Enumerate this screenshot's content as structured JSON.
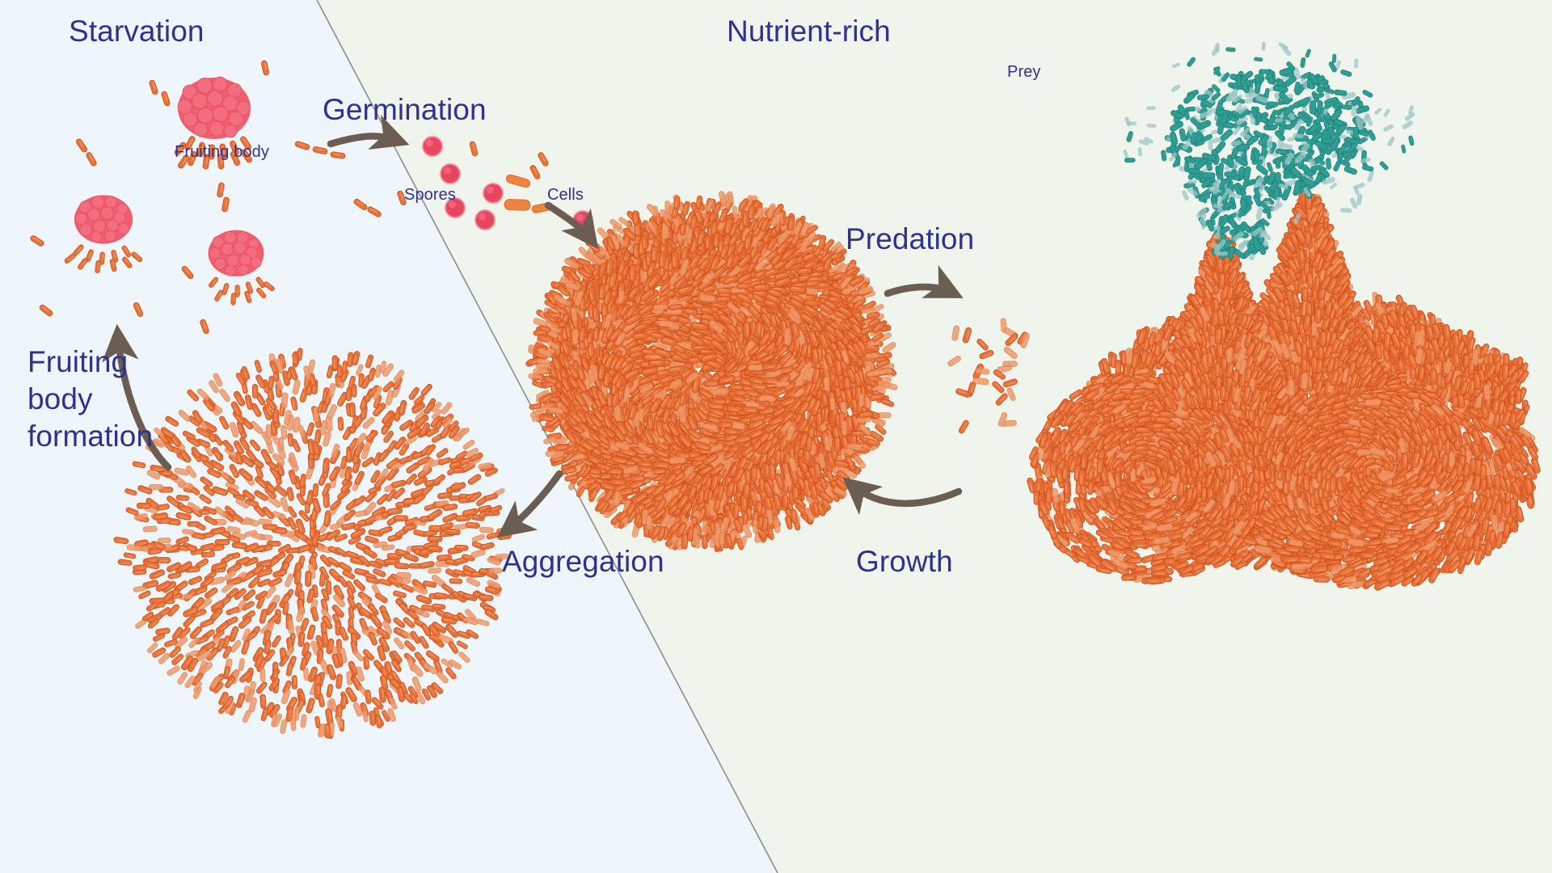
{
  "figure": {
    "subject": "Myxococcus xanthus life cycle",
    "zones": [
      {
        "id": "starvation",
        "title": "Starvation",
        "bg_color": "#eff6fb"
      },
      {
        "id": "nutrient_rich",
        "title": "Nutrient-rich",
        "bg_color": "#eff5ed"
      }
    ],
    "colors": {
      "label_text": "#2e3192",
      "arrow": "#6b5d52",
      "divider": "#8a8a8a",
      "vegetative_cell": "#e8743b",
      "cell_outline": "#d9542a",
      "spore": "#e8455f",
      "spore_light": "#f06a7c",
      "prey_cell": "#2e9e94",
      "prey_light": "#8dc2c2"
    }
  },
  "labels": {
    "zone_starvation": "Starvation",
    "zone_nutrient_rich": "Nutrient-rich",
    "germination": "Germination",
    "predation": "Predation",
    "aggregation": "Aggregation",
    "growth": "Growth",
    "fruiting_body_formation": "Fruiting\nbody\nformation",
    "fruiting_body": "Fruiting body",
    "spores": "Spores",
    "cells": "Cells",
    "prey": "Prey"
  },
  "stages": [
    {
      "id": "fruiting-bodies",
      "label": "Fruiting body",
      "zone": "starvation",
      "description": "spore-filled fruiting bodies on stalks",
      "count": 3
    },
    {
      "id": "spores-and-cells",
      "label": "Spores",
      "zone": "nutrient_rich",
      "description": "germinating spores releasing rod cells"
    },
    {
      "id": "swarm-colony",
      "label": "Growth",
      "zone": "nutrient_rich",
      "description": "dense circular swarm of vegetative cells"
    },
    {
      "id": "predation-mound",
      "label": "Predation",
      "zone": "nutrient_rich",
      "description": "swarm mound invading prey lawn"
    },
    {
      "id": "aggregate",
      "label": "Aggregation",
      "zone": "starvation",
      "description": "radial aggregate of cells forming mound"
    }
  ],
  "arrows": [
    {
      "id": "germination-arrow",
      "from": "fruiting-bodies",
      "to": "spores-and-cells",
      "direction": "right"
    },
    {
      "id": "cells-to-swarm-arrow",
      "from": "spores-and-cells",
      "to": "swarm-colony",
      "direction": "down-right"
    },
    {
      "id": "predation-arrow",
      "from": "swarm-colony",
      "to": "predation-mound",
      "direction": "right"
    },
    {
      "id": "growth-arrow",
      "from": "predation-mound",
      "to": "swarm-colony",
      "direction": "left"
    },
    {
      "id": "aggregation-arrow",
      "from": "swarm-colony",
      "to": "aggregate",
      "direction": "down-left"
    },
    {
      "id": "fruiting-body-formation-arrow",
      "from": "aggregate",
      "to": "fruiting-bodies",
      "direction": "up"
    }
  ]
}
